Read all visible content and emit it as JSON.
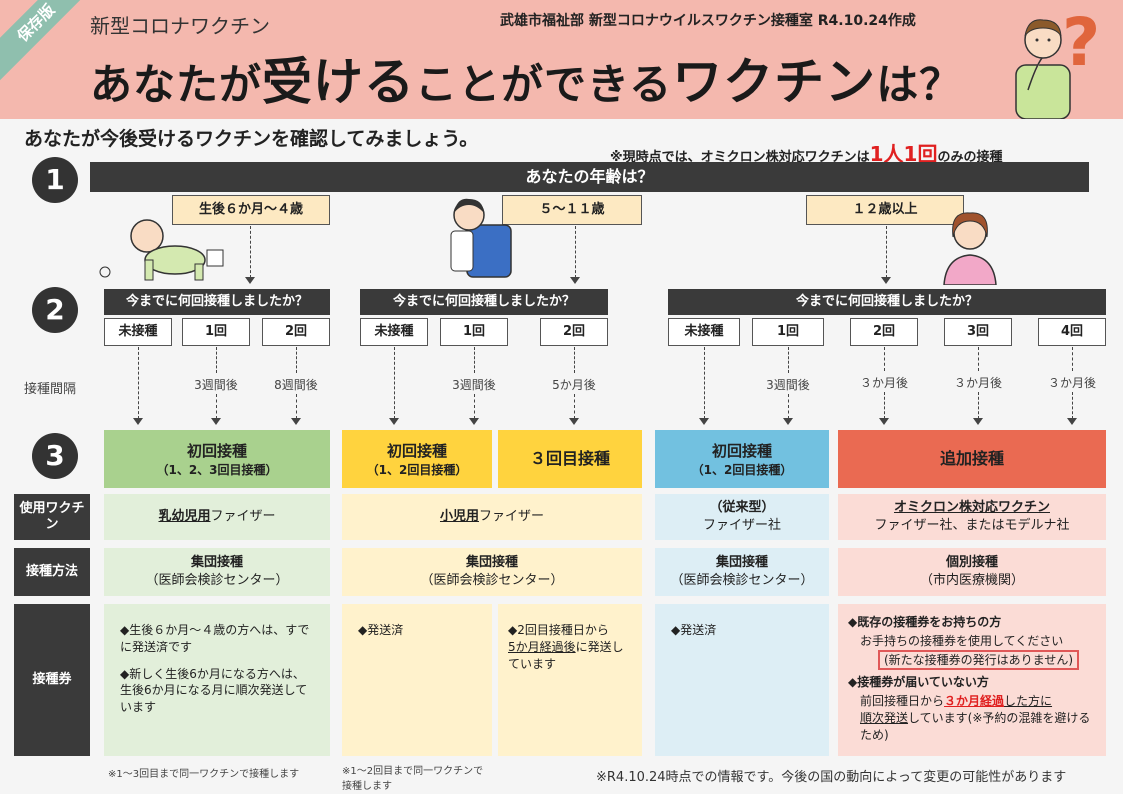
{
  "header": {
    "ribbon": "保存版",
    "subtitle": "新型コロナワクチン",
    "issuer": "武雄市福祉部 新型コロナウイルスワクチン接種室 R4.10.24作成",
    "title_part1": "あなたが",
    "title_part2": "受ける",
    "title_part3": "ことができる",
    "title_part4": "ワクチン",
    "title_part5": "は？",
    "qmark": "?"
  },
  "lead": "あなたが今後受けるワクチンを確認してみましょう。",
  "omicron_note": {
    "pre": "※現時点では、オミクロン株対応ワクチンは",
    "emph": "1人1回",
    "post": "のみの接種"
  },
  "steps": [
    "1",
    "2",
    "3"
  ],
  "step1": {
    "question": "あなたの年齢は？",
    "ages": [
      "生後６か月～４歳",
      "５～１１歳",
      "１２歳以上"
    ]
  },
  "step2": {
    "question": "今までに何回接種しましたか？",
    "interval_label": "接種間隔",
    "groups": [
      {
        "doses": [
          "未接種",
          "1回",
          "2回"
        ],
        "intervals": [
          "",
          "3週間後",
          "8週間後"
        ]
      },
      {
        "doses": [
          "未接種",
          "1回",
          "2回"
        ],
        "intervals": [
          "",
          "3週間後",
          "5か月後"
        ]
      },
      {
        "doses": [
          "未接種",
          "1回",
          "2回",
          "3回",
          "4回"
        ],
        "intervals": [
          "",
          "3週間後",
          "３か月後",
          "３か月後",
          "３か月後"
        ]
      }
    ]
  },
  "step3": {
    "categories": [
      {
        "title": "初回接種",
        "sub": "（1、2、3回目接種）",
        "color": "#a9d18e"
      },
      {
        "title": "初回接種",
        "sub": "（1、2回目接種）",
        "color": "#ffd33e"
      },
      {
        "title": "３回目接種",
        "sub": "",
        "color": "#ffd33e"
      },
      {
        "title": "初回接種",
        "sub": "（1、2回目接種）",
        "color": "#72c1e0"
      },
      {
        "title": "追加接種",
        "sub": "",
        "color": "#ea6a52"
      }
    ]
  },
  "rows": {
    "vaccine_label": "使用ワクチン",
    "method_label": "接種方法",
    "ticket_label": "接種券"
  },
  "vaccine": {
    "c1_u": "乳幼児用",
    "c1": "ファイザー",
    "c2_u": "小児用",
    "c2": "ファイザー",
    "c3_a": "（従来型）",
    "c3_b": "ファイザー社",
    "c4_u": "オミクロン株対応ワクチン",
    "c4": "ファイザー社、またはモデルナ社"
  },
  "method": {
    "group": "集団接種",
    "group_sub": "（医師会検診センター）",
    "individual": "個別接種",
    "individual_sub": "（市内医療機関）"
  },
  "ticket": {
    "c1_a": "◆生後６か月～４歳の方へは、すでに発送済です",
    "c1_b": "◆新しく生後6か月になる方へは、生後6か月になる月に順次発送しています",
    "c2": "◆発送済",
    "c3_a": "◆2回目接種日から",
    "c3_b": "5か月経過後",
    "c3_c": "に発送しています",
    "c4": "◆発送済",
    "c5_h1": "◆既存の接種券をお持ちの方",
    "c5_t1": "お手持ちの接種券を使用してください",
    "c5_box": "(新たな接種券の発行はありません)",
    "c5_h2": "◆接種券が届いていない方",
    "c5_t2a": "前回接種日から",
    "c5_t2b": "３か月経過",
    "c5_t2c": "した方に",
    "c5_t2d": "順次発送",
    "c5_t2e": "しています(※予約の混雑を避けるため)"
  },
  "footnotes": {
    "f1": "※1～3回目まで同一ワクチンで接種します",
    "f2": "※1～2回目まで同一ワクチンで接種します",
    "f3": "※R4.10.24時点での情報です。今後の国の動向によって変更の可能性があります"
  }
}
